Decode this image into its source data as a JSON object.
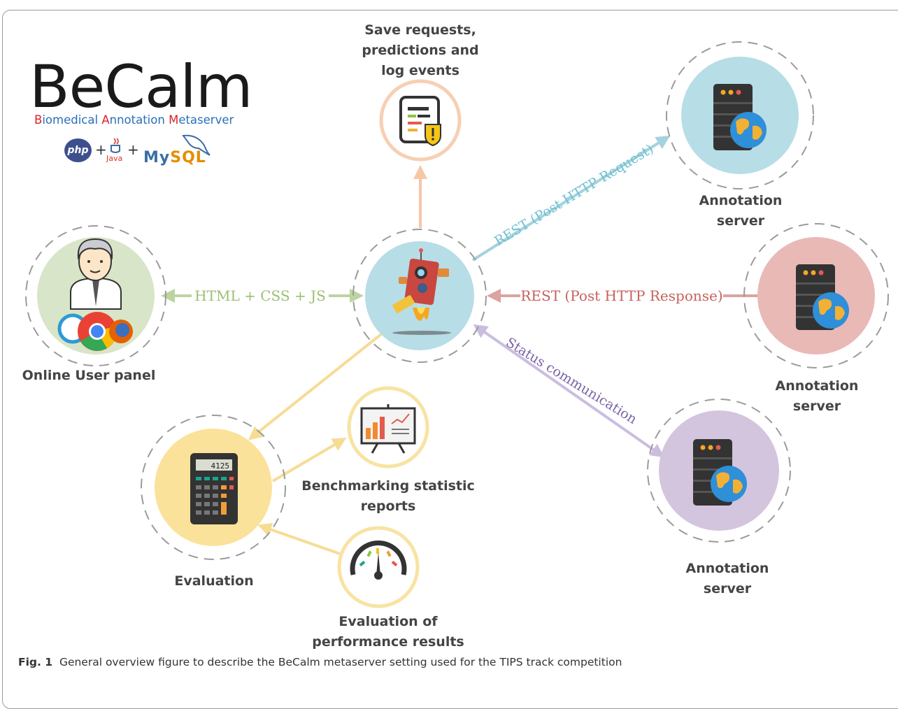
{
  "logo": {
    "title": "BeCalm",
    "subtitle_initials": [
      "B",
      "A",
      "M"
    ],
    "subtitle_rest": [
      "iomedical ",
      "nnotation ",
      "etaserver"
    ],
    "php": "php",
    "plus": "+",
    "java": "Java",
    "mysql_a": "My",
    "mysql_b": "SQL"
  },
  "nodes": {
    "save": [
      "Save requests,",
      "predictions and",
      "log events"
    ],
    "server_top": [
      "Annotation",
      "server"
    ],
    "server_right": [
      "Annotation",
      "server"
    ],
    "server_bottom": [
      "Annotation",
      "server"
    ],
    "user_panel": [
      "Online User panel"
    ],
    "evaluation": [
      "Evaluation"
    ],
    "benchmark": [
      "Benchmarking  statistic",
      "reports"
    ],
    "performance": [
      "Evaluation of",
      "performance results"
    ]
  },
  "edges": {
    "html": "HTML + CSS + JS",
    "rest_request": "REST (Post HTTP Request)",
    "rest_response": "REST (Post HTTP Response)",
    "status": "Status communication"
  },
  "calculator_display": "4125",
  "caption": {
    "fig": "Fig. 1",
    "text": "General overview figure to describe the BeCalm metaserver setting used for the TIPS track competition"
  },
  "colors": {
    "user": "#d8e5c8",
    "hub": "#b7dde6",
    "server_top": "#b7dde6",
    "server_right": "#e9b9b6",
    "server_bottom": "#d3c5de",
    "evaluation": "#fbe29a",
    "save_ring": "#f7cfb4",
    "yellow_ring": "#f8e3a2",
    "arrow_green": "#bcd4a2",
    "arrow_blue": "#a3d3de",
    "arrow_red": "#dca3a1",
    "arrow_purple": "#cbbde0",
    "arrow_yellow": "#f6dc94",
    "arrow_orange": "#f7c6a7"
  }
}
